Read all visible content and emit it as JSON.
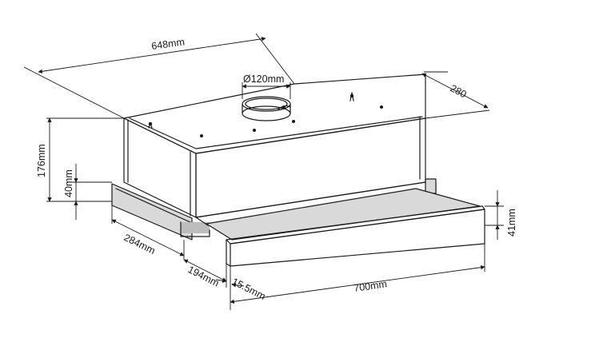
{
  "labels": {
    "overall_width": "648mm",
    "depth": "280",
    "duct_diameter": "Ø120mm",
    "total_height": "176mm",
    "lower_height": "40mm",
    "front_panel_height": "41mm",
    "base_depth": "284mm",
    "slide_depth": "194mm",
    "panel_offset": "15.5mm",
    "panel_width": "700mm"
  },
  "colors": {
    "line": "#1a1a1a",
    "shade": "#d9d9d9",
    "background": "#ffffff"
  }
}
